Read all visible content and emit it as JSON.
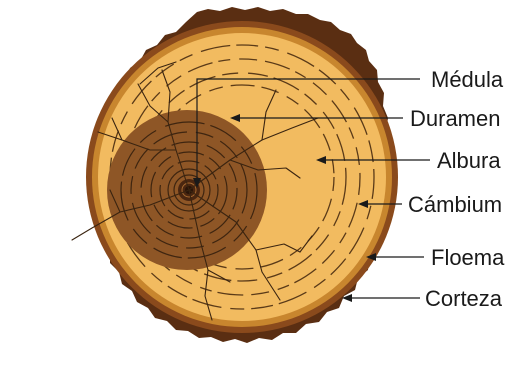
{
  "labels": {
    "medula": "Médula",
    "duramen": "Duramen",
    "albura": "Albura",
    "cambium": "Cámbium",
    "floema": "Floema",
    "corteza": "Corteza"
  },
  "colors": {
    "corteza": "#5a2e12",
    "floema": "#8a4a1c",
    "cambium": "#c8862e",
    "albura": "#f2bb60",
    "duramen": "#8e5626",
    "medula": "#3a1e0c",
    "text": "#1a1a1a"
  }
}
